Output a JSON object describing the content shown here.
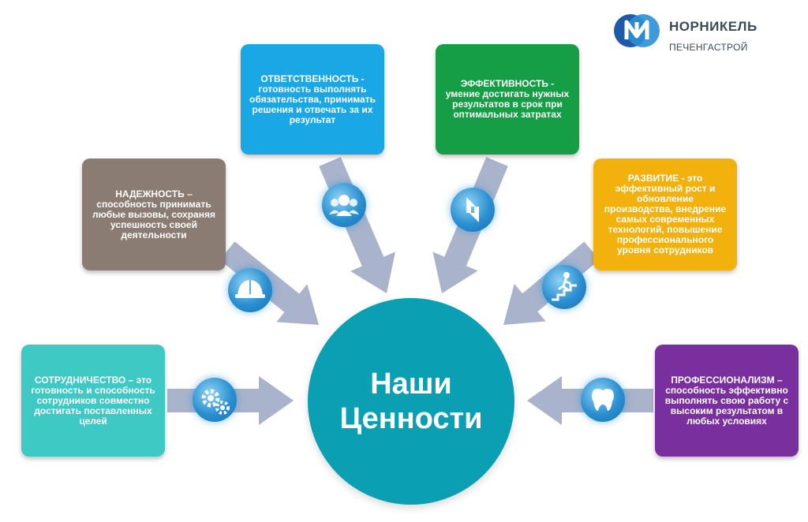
{
  "logo": {
    "name": "НОРНИКЕЛЬ",
    "sub": "ПЕЧЕНГАСТРОЙ"
  },
  "center": {
    "title": "Наши\nЦенности"
  },
  "values": [
    {
      "id": "responsibility",
      "term": "ОТВЕТСТВЕННОСТЬ -",
      "text": "готовность выполнять обязательства, принимать решения и отвечать за их результат",
      "color": "#1aa7e6"
    },
    {
      "id": "efficiency",
      "term": "ЭФФЕКТИВНОСТЬ -",
      "text": "умение достигать нужных результатов в срок при оптимальных затратах",
      "color": "#169e46"
    },
    {
      "id": "reliability",
      "term": "НАДЕЖНОСТЬ –",
      "text": "способность принимать любые вызовы, сохраняя успешность своей деятельности",
      "color": "#8a7b73"
    },
    {
      "id": "development",
      "term": "РАЗВИТИЕ - это",
      "text": "эффективный рост и обновление производства, внедрение самых современных технологий, повышение профессионального уровня сотрудников",
      "color": "#f2b10c"
    },
    {
      "id": "cooperation",
      "term": "СОТРУДНИЧЕСТВО – это",
      "text": "готовность и способность сотрудников совместно достигать поставленных целей",
      "color": "#3ec9c4"
    },
    {
      "id": "professionalism",
      "term": "ПРОФЕССИОНАЛИЗМ –",
      "text": "способность эффективно выполнять свою работу с высоким результатом в любых условиях",
      "color": "#7a2f9e"
    }
  ],
  "icons": {
    "responsibility": "team-icon",
    "efficiency": "exchange-arrows-icon",
    "reliability": "hard-hat-icon",
    "development": "stairs-climb-icon",
    "cooperation": "gears-icon",
    "professionalism": "tooth-icon"
  },
  "arrow_color": "#a9b3cc"
}
